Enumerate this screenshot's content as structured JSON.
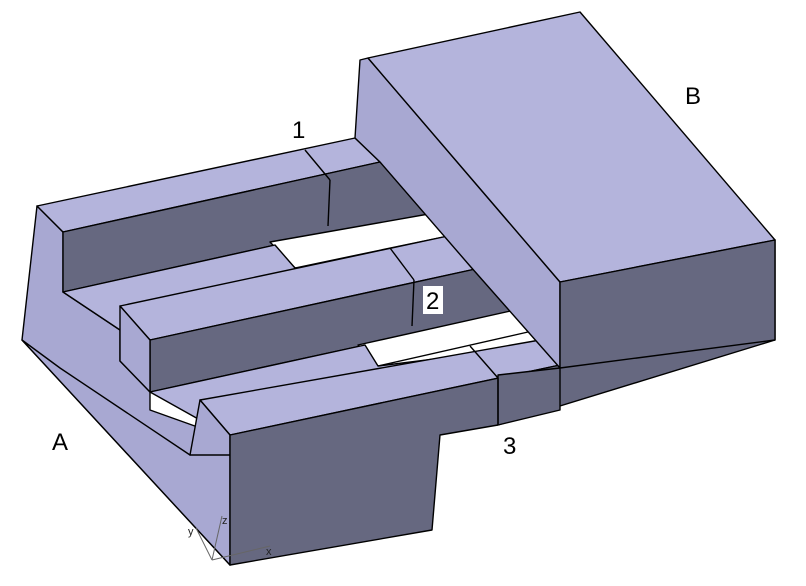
{
  "labels": {
    "point_1": "1",
    "point_2": "2",
    "point_3": "3",
    "face_A": "A",
    "face_B": "B"
  },
  "axes": {
    "x": "x",
    "y": "y",
    "z": "z"
  },
  "colors": {
    "top_face": "#b4b4dc",
    "side_face": "#a8a8d2",
    "dark_face": "#666880",
    "slot_floor": "#ffffff",
    "edge": "#000000"
  }
}
